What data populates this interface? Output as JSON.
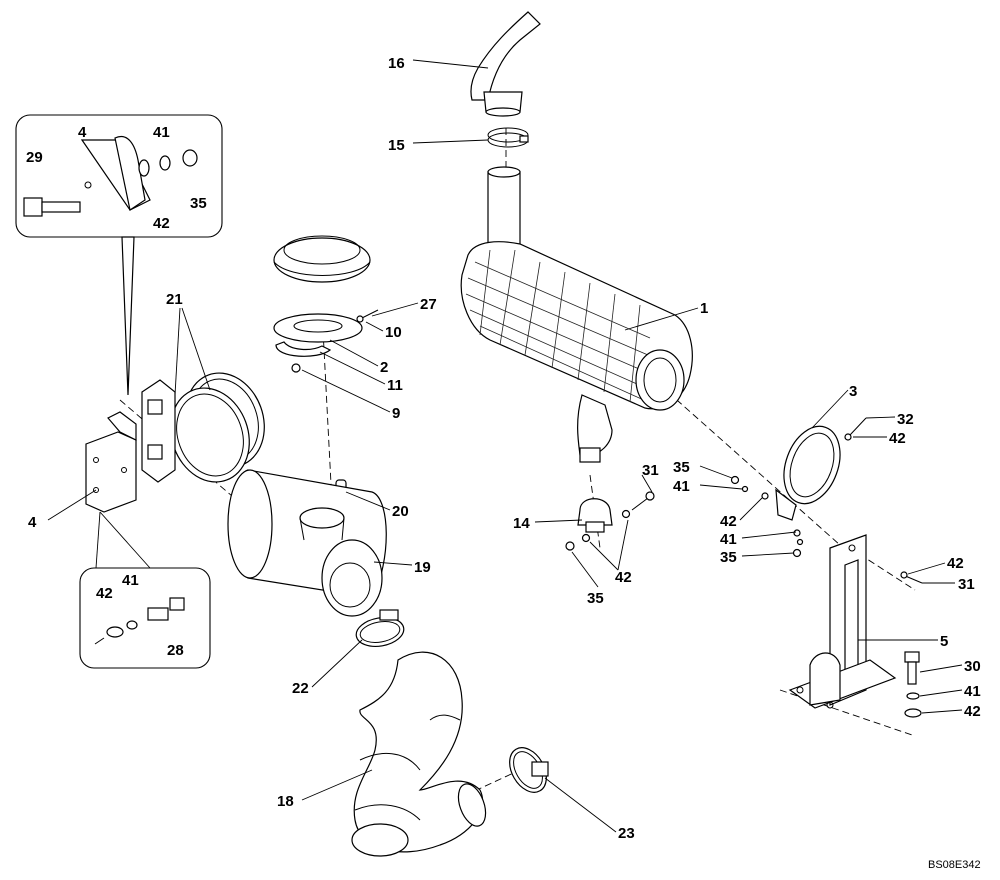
{
  "diagram": {
    "reference_code": "BS08E342",
    "callouts": [
      {
        "id": "c16",
        "label": "16"
      },
      {
        "id": "c15",
        "label": "15"
      },
      {
        "id": "c1",
        "label": "1"
      },
      {
        "id": "c27",
        "label": "27"
      },
      {
        "id": "c10",
        "label": "10"
      },
      {
        "id": "c2",
        "label": "2"
      },
      {
        "id": "c11",
        "label": "11"
      },
      {
        "id": "c9",
        "label": "9"
      },
      {
        "id": "c21",
        "label": "21"
      },
      {
        "id": "c4a",
        "label": "4"
      },
      {
        "id": "c4b",
        "label": "4"
      },
      {
        "id": "c29",
        "label": "29"
      },
      {
        "id": "c41a",
        "label": "41"
      },
      {
        "id": "c42a",
        "label": "42"
      },
      {
        "id": "c35a",
        "label": "35"
      },
      {
        "id": "c20",
        "label": "20"
      },
      {
        "id": "c19",
        "label": "19"
      },
      {
        "id": "c22",
        "label": "22"
      },
      {
        "id": "c18",
        "label": "18"
      },
      {
        "id": "c23",
        "label": "23"
      },
      {
        "id": "c42b",
        "label": "42"
      },
      {
        "id": "c41b",
        "label": "41"
      },
      {
        "id": "c28",
        "label": "28"
      },
      {
        "id": "c14",
        "label": "14"
      },
      {
        "id": "c31a",
        "label": "31"
      },
      {
        "id": "c35b",
        "label": "35"
      },
      {
        "id": "c41c",
        "label": "41"
      },
      {
        "id": "c42c",
        "label": "42"
      },
      {
        "id": "c35c",
        "label": "35"
      },
      {
        "id": "c3",
        "label": "3"
      },
      {
        "id": "c32",
        "label": "32"
      },
      {
        "id": "c42d",
        "label": "42"
      },
      {
        "id": "c42e",
        "label": "42"
      },
      {
        "id": "c41d",
        "label": "41"
      },
      {
        "id": "c35d",
        "label": "35"
      },
      {
        "id": "c42f",
        "label": "42"
      },
      {
        "id": "c31b",
        "label": "31"
      },
      {
        "id": "c5",
        "label": "5"
      },
      {
        "id": "c30",
        "label": "30"
      },
      {
        "id": "c41e",
        "label": "41"
      },
      {
        "id": "c42g",
        "label": "42"
      }
    ]
  }
}
